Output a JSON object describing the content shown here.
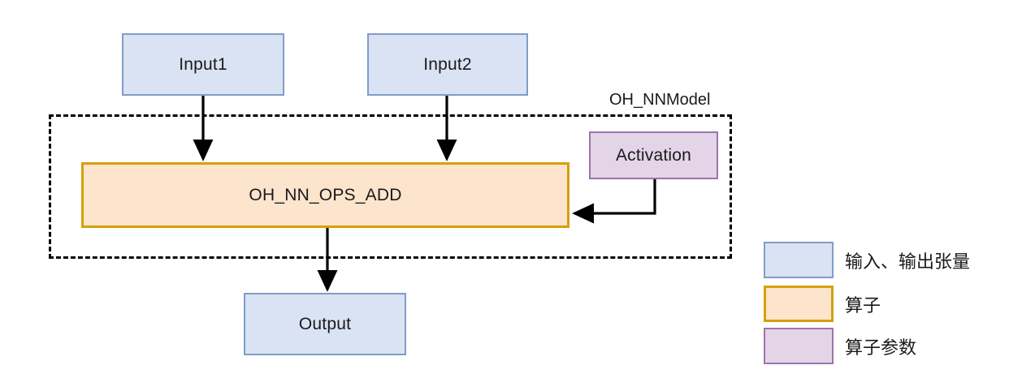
{
  "diagram": {
    "frame_label": "OH_NNModel",
    "nodes": {
      "input1": "Input1",
      "input2": "Input2",
      "operator": "OH_NN_OPS_ADD",
      "activation": "Activation",
      "output": "Output"
    }
  },
  "legend": {
    "items": [
      {
        "label": "输入、输出张量",
        "color": "#dae3f3",
        "border": "#7f9dc8"
      },
      {
        "label": "算子",
        "color": "#fce4cd",
        "border": "#d6a00c"
      },
      {
        "label": "算子参数",
        "color": "#e3d4e8",
        "border": "#9c74ad"
      }
    ]
  },
  "colors": {
    "tensor_fill": "#dae3f3",
    "tensor_stroke": "#7f9dc8",
    "operator_fill": "#fce4cd",
    "operator_stroke": "#d6a00c",
    "param_fill": "#e3d4e8",
    "param_stroke": "#9c74ad",
    "edge": "#000000",
    "frame": "#000000",
    "background": "#ffffff"
  }
}
